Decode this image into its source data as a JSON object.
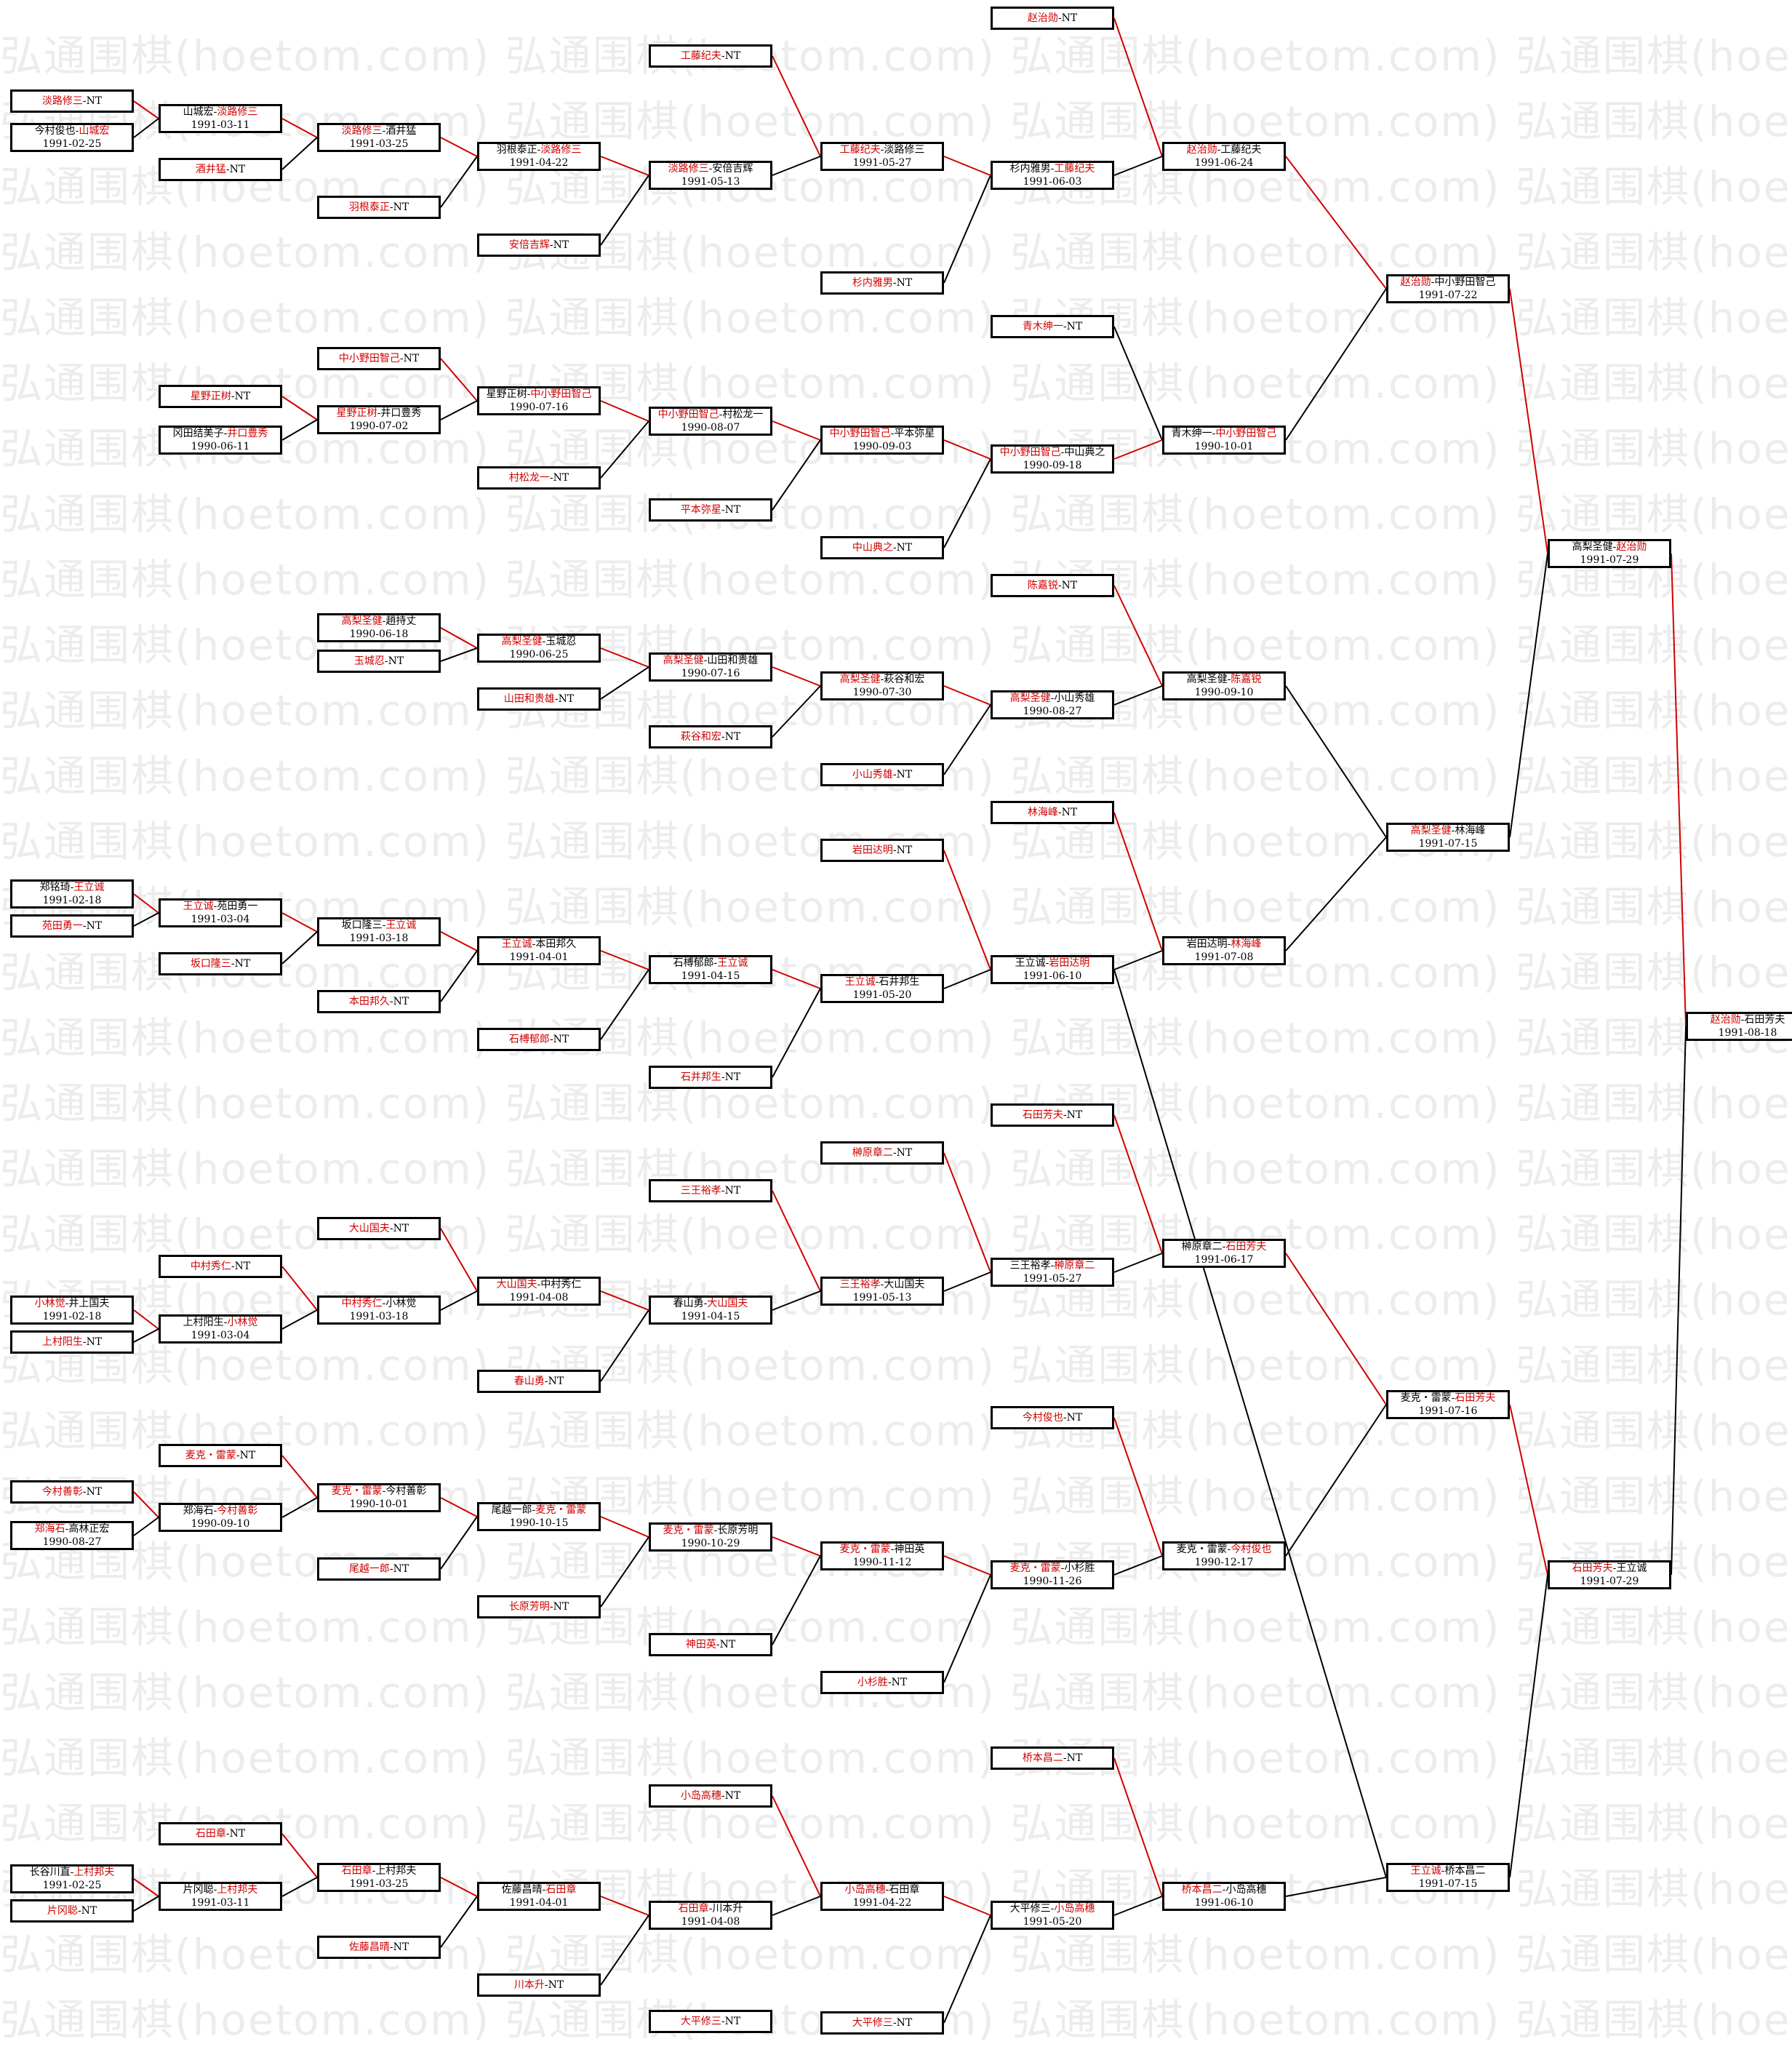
{
  "watermark": "弘通围棋(hoetom.com)",
  "colors": {
    "winner": "#d00000",
    "win_line": "#d00000",
    "other_line": "#000000",
    "box_border": "#000000",
    "watermark": "#ececec"
  },
  "matches": [
    {
      "id": "c0_1",
      "p1": "淡路修三",
      "p2": "NT",
      "winner": 1,
      "date": ""
    },
    {
      "id": "c0_2",
      "p1": "今村俊也",
      "p2": "山城宏",
      "winner": 2,
      "date": "1991-02-25"
    },
    {
      "id": "c0_3",
      "p1": "今村善彰",
      "p2": "NT",
      "winner": 1,
      "date": ""
    },
    {
      "id": "c0_4",
      "p1": "郑海石",
      "p2": "高林正宏",
      "winner": 1,
      "date": "1990-08-27"
    },
    {
      "id": "c0_5",
      "p1": "郑铭琦",
      "p2": "王立诚",
      "winner": 2,
      "date": "1991-02-18"
    },
    {
      "id": "c0_6",
      "p1": "苑田勇一",
      "p2": "NT",
      "winner": 1,
      "date": ""
    },
    {
      "id": "c0_7",
      "p1": "小林觉",
      "p2": "井上国夫",
      "winner": 1,
      "date": "1991-02-18"
    },
    {
      "id": "c0_8",
      "p1": "上村阳生",
      "p2": "NT",
      "winner": 1,
      "date": ""
    },
    {
      "id": "c0_9",
      "p1": "长谷川直",
      "p2": "上村邦夫",
      "winner": 2,
      "date": "1991-02-25"
    },
    {
      "id": "c0_10",
      "p1": "片冈聪",
      "p2": "NT",
      "winner": 1,
      "date": ""
    },
    {
      "id": "c1_1",
      "p1": "山城宏",
      "p2": "淡路修三",
      "winner": 2,
      "date": "1991-03-11"
    },
    {
      "id": "c1_2",
      "p1": "酒井猛",
      "p2": "NT",
      "winner": 1,
      "date": ""
    },
    {
      "id": "c1_3",
      "p1": "星野正树",
      "p2": "NT",
      "winner": 1,
      "date": ""
    },
    {
      "id": "c1_4",
      "p1": "冈田结美子",
      "p2": "井口豊秀",
      "winner": 2,
      "date": "1990-06-11"
    },
    {
      "id": "c1_5",
      "p1": "王立诚",
      "p2": "苑田勇一",
      "winner": 1,
      "date": "1991-03-04"
    },
    {
      "id": "c1_6",
      "p1": "坂口隆三",
      "p2": "NT",
      "winner": 1,
      "date": ""
    },
    {
      "id": "c1_7",
      "p1": "中村秀仁",
      "p2": "NT",
      "winner": 1,
      "date": ""
    },
    {
      "id": "c1_8",
      "p1": "上村阳生",
      "p2": "小林觉",
      "winner": 2,
      "date": "1991-03-04"
    },
    {
      "id": "c1_9",
      "p1": "麦克・雷蒙",
      "p2": "NT",
      "winner": 1,
      "date": ""
    },
    {
      "id": "c1_10",
      "p1": "郑海石",
      "p2": "今村善彰",
      "winner": 2,
      "date": "1990-09-10"
    },
    {
      "id": "c1_11",
      "p1": "石田章",
      "p2": "NT",
      "winner": 1,
      "date": ""
    },
    {
      "id": "c1_12",
      "p1": "片冈聪",
      "p2": "上村邦夫",
      "winner": 2,
      "date": "1991-03-11"
    },
    {
      "id": "c2_1",
      "p1": "淡路修三",
      "p2": "酒井猛",
      "winner": 1,
      "date": "1991-03-25"
    },
    {
      "id": "c2_2",
      "p1": "羽根泰正",
      "p2": "NT",
      "winner": 1,
      "date": ""
    },
    {
      "id": "c2_3",
      "p1": "中小野田智己",
      "p2": "NT",
      "winner": 1,
      "date": ""
    },
    {
      "id": "c2_4",
      "p1": "星野正树",
      "p2": "井口豊秀",
      "winner": 1,
      "date": "1990-07-02"
    },
    {
      "id": "c2_5",
      "p1": "高梨圣健",
      "p2": "趙持丈",
      "winner": 1,
      "date": "1990-06-18"
    },
    {
      "id": "c2_6",
      "p1": "玉城忍",
      "p2": "NT",
      "winner": 1,
      "date": ""
    },
    {
      "id": "c2_7",
      "p1": "坂口隆三",
      "p2": "王立诚",
      "winner": 2,
      "date": "1991-03-18"
    },
    {
      "id": "c2_8",
      "p1": "本田邦久",
      "p2": "NT",
      "winner": 1,
      "date": ""
    },
    {
      "id": "c2_9",
      "p1": "大山国夫",
      "p2": "NT",
      "winner": 1,
      "date": ""
    },
    {
      "id": "c2_10",
      "p1": "中村秀仁",
      "p2": "小林觉",
      "winner": 1,
      "date": "1991-03-18"
    },
    {
      "id": "c2_11",
      "p1": "麦克・雷蒙",
      "p2": "今村善彰",
      "winner": 1,
      "date": "1990-10-01"
    },
    {
      "id": "c2_12",
      "p1": "尾越一郎",
      "p2": "NT",
      "winner": 1,
      "date": ""
    },
    {
      "id": "c2_13",
      "p1": "石田章",
      "p2": "上村邦夫",
      "winner": 1,
      "date": "1991-03-25"
    },
    {
      "id": "c2_14",
      "p1": "佐藤昌晴",
      "p2": "NT",
      "winner": 1,
      "date": ""
    },
    {
      "id": "c3_1",
      "p1": "羽根泰正",
      "p2": "淡路修三",
      "winner": 2,
      "date": "1991-04-22"
    },
    {
      "id": "c3_2",
      "p1": "安倍吉辉",
      "p2": "NT",
      "winner": 1,
      "date": ""
    },
    {
      "id": "c3_3",
      "p1": "星野正树",
      "p2": "中小野田智己",
      "winner": 2,
      "date": "1990-07-16"
    },
    {
      "id": "c3_4",
      "p1": "村松龙一",
      "p2": "NT",
      "winner": 1,
      "date": ""
    },
    {
      "id": "c3_5",
      "p1": "高梨圣健",
      "p2": "玉城忍",
      "winner": 1,
      "date": "1990-06-25"
    },
    {
      "id": "c3_6",
      "p1": "山田和贵雄",
      "p2": "NT",
      "winner": 1,
      "date": ""
    },
    {
      "id": "c3_7",
      "p1": "王立诚",
      "p2": "本田邦久",
      "winner": 1,
      "date": "1991-04-01"
    },
    {
      "id": "c3_8",
      "p1": "石榑郁郎",
      "p2": "NT",
      "winner": 1,
      "date": ""
    },
    {
      "id": "c3_9",
      "p1": "大山国夫",
      "p2": "中村秀仁",
      "winner": 1,
      "date": "1991-04-08"
    },
    {
      "id": "c3_10",
      "p1": "春山勇",
      "p2": "NT",
      "winner": 1,
      "date": ""
    },
    {
      "id": "c3_11",
      "p1": "尾越一郎",
      "p2": "麦克・雷蒙",
      "winner": 2,
      "date": "1990-10-15"
    },
    {
      "id": "c3_12",
      "p1": "长原芳明",
      "p2": "NT",
      "winner": 1,
      "date": ""
    },
    {
      "id": "c3_13",
      "p1": "佐藤昌晴",
      "p2": "石田章",
      "winner": 2,
      "date": "1991-04-01"
    },
    {
      "id": "c3_14",
      "p1": "川本升",
      "p2": "NT",
      "winner": 1,
      "date": ""
    },
    {
      "id": "c4_1",
      "p1": "工藤纪夫",
      "p2": "NT",
      "winner": 1,
      "date": ""
    },
    {
      "id": "c4_2",
      "p1": "淡路修三",
      "p2": "安倍吉辉",
      "winner": 1,
      "date": "1991-05-13"
    },
    {
      "id": "c4_3",
      "p1": "中小野田智己",
      "p2": "村松龙一",
      "winner": 1,
      "date": "1990-08-07"
    },
    {
      "id": "c4_4",
      "p1": "平本弥星",
      "p2": "NT",
      "winner": 1,
      "date": ""
    },
    {
      "id": "c4_5",
      "p1": "高梨圣健",
      "p2": "山田和贵雄",
      "winner": 1,
      "date": "1990-07-16"
    },
    {
      "id": "c4_6",
      "p1": "萩谷和宏",
      "p2": "NT",
      "winner": 1,
      "date": ""
    },
    {
      "id": "c4_7",
      "p1": "石榑郁郎",
      "p2": "王立诚",
      "winner": 2,
      "date": "1991-04-15"
    },
    {
      "id": "c4_8",
      "p1": "石井邦生",
      "p2": "NT",
      "winner": 1,
      "date": ""
    },
    {
      "id": "c4_9",
      "p1": "三王裕孝",
      "p2": "NT",
      "winner": 1,
      "date": ""
    },
    {
      "id": "c4_10",
      "p1": "春山勇",
      "p2": "大山国夫",
      "winner": 2,
      "date": "1991-04-15"
    },
    {
      "id": "c4_11",
      "p1": "麦克・雷蒙",
      "p2": "长原芳明",
      "winner": 1,
      "date": "1990-10-29"
    },
    {
      "id": "c4_12",
      "p1": "神田英",
      "p2": "NT",
      "winner": 1,
      "date": ""
    },
    {
      "id": "c4_13",
      "p1": "小岛高穗",
      "p2": "NT",
      "winner": 1,
      "date": ""
    },
    {
      "id": "c4_14",
      "p1": "石田章",
      "p2": "川本升",
      "winner": 1,
      "date": "1991-04-08"
    },
    {
      "id": "c4_15",
      "p1": "大平修三",
      "p2": "NT",
      "winner": 1,
      "date": ""
    },
    {
      "id": "c5_1",
      "p1": "工藤纪夫",
      "p2": "淡路修三",
      "winner": 1,
      "date": "1991-05-27"
    },
    {
      "id": "c5_2",
      "p1": "杉内雅男",
      "p2": "NT",
      "winner": 1,
      "date": ""
    },
    {
      "id": "c5_3",
      "p1": "中小野田智己",
      "p2": "平本弥星",
      "winner": 1,
      "date": "1990-09-03"
    },
    {
      "id": "c5_4",
      "p1": "中山典之",
      "p2": "NT",
      "winner": 1,
      "date": ""
    },
    {
      "id": "c5_5",
      "p1": "高梨圣健",
      "p2": "萩谷和宏",
      "winner": 1,
      "date": "1990-07-30"
    },
    {
      "id": "c5_6",
      "p1": "小山秀雄",
      "p2": "NT",
      "winner": 1,
      "date": ""
    },
    {
      "id": "c5_7",
      "p1": "岩田达明",
      "p2": "NT",
      "winner": 1,
      "date": ""
    },
    {
      "id": "c5_8",
      "p1": "王立诚",
      "p2": "石井邦生",
      "winner": 1,
      "date": "1991-05-20"
    },
    {
      "id": "c5_9",
      "p1": "榊原章二",
      "p2": "NT",
      "winner": 1,
      "date": ""
    },
    {
      "id": "c5_10",
      "p1": "三王裕孝",
      "p2": "大山国夫",
      "winner": 1,
      "date": "1991-05-13"
    },
    {
      "id": "c5_11",
      "p1": "麦克・雷蒙",
      "p2": "神田英",
      "winner": 1,
      "date": "1990-11-12"
    },
    {
      "id": "c5_12",
      "p1": "小杉胜",
      "p2": "NT",
      "winner": 1,
      "date": ""
    },
    {
      "id": "c5_13",
      "p1": "小岛高穗",
      "p2": "石田章",
      "winner": 1,
      "date": "1991-04-22"
    },
    {
      "id": "c5_14",
      "p1": "大平修三",
      "p2": "NT",
      "winner": 1,
      "date": ""
    },
    {
      "id": "c6_1",
      "p1": "赵治勋",
      "p2": "NT",
      "winner": 1,
      "date": ""
    },
    {
      "id": "c6_2",
      "p1": "杉内雅男",
      "p2": "工藤纪夫",
      "winner": 2,
      "date": "1991-06-03"
    },
    {
      "id": "c6_3",
      "p1": "青木绅一",
      "p2": "NT",
      "winner": 1,
      "date": ""
    },
    {
      "id": "c6_4",
      "p1": "中小野田智己",
      "p2": "中山典之",
      "winner": 1,
      "date": "1990-09-18"
    },
    {
      "id": "c6_5",
      "p1": "陈嘉锐",
      "p2": "NT",
      "winner": 1,
      "date": ""
    },
    {
      "id": "c6_6",
      "p1": "高梨圣健",
      "p2": "小山秀雄",
      "winner": 1,
      "date": "1990-08-27"
    },
    {
      "id": "c6_7",
      "p1": "林海峰",
      "p2": "NT",
      "winner": 1,
      "date": ""
    },
    {
      "id": "c6_8",
      "p1": "王立诚",
      "p2": "岩田达明",
      "winner": 2,
      "date": "1991-06-10"
    },
    {
      "id": "c6_9",
      "p1": "石田芳夫",
      "p2": "NT",
      "winner": 1,
      "date": ""
    },
    {
      "id": "c6_10",
      "p1": "三王裕孝",
      "p2": "榊原章二",
      "winner": 2,
      "date": "1991-05-27"
    },
    {
      "id": "c6_11",
      "p1": "今村俊也",
      "p2": "NT",
      "winner": 1,
      "date": ""
    },
    {
      "id": "c6_12",
      "p1": "麦克・雷蒙",
      "p2": "小杉胜",
      "winner": 1,
      "date": "1990-11-26"
    },
    {
      "id": "c6_13",
      "p1": "桥本昌二",
      "p2": "NT",
      "winner": 1,
      "date": ""
    },
    {
      "id": "c6_14",
      "p1": "大平修三",
      "p2": "小岛高穗",
      "winner": 2,
      "date": "1991-05-20"
    },
    {
      "id": "c7_1",
      "p1": "赵治勋",
      "p2": "工藤纪夫",
      "winner": 1,
      "date": "1991-06-24"
    },
    {
      "id": "c7_2",
      "p1": "青木绅一",
      "p2": "中小野田智己",
      "winner": 2,
      "date": "1990-10-01"
    },
    {
      "id": "c7_3",
      "p1": "高梨圣健",
      "p2": "陈嘉锐",
      "winner": 2,
      "date": "1990-09-10"
    },
    {
      "id": "c7_4",
      "p1": "岩田达明",
      "p2": "林海峰",
      "winner": 2,
      "date": "1991-07-08"
    },
    {
      "id": "c7_5",
      "p1": "榊原章二",
      "p2": "石田芳夫",
      "winner": 2,
      "date": "1991-06-17"
    },
    {
      "id": "c7_6",
      "p1": "麦克・雷蒙",
      "p2": "今村俊也",
      "winner": 2,
      "date": "1990-12-17"
    },
    {
      "id": "c7_7",
      "p1": "桥本昌二",
      "p2": "小岛高穗",
      "winner": 1,
      "date": "1991-06-10"
    },
    {
      "id": "c8_1",
      "p1": "赵治勋",
      "p2": "中小野田智己",
      "winner": 1,
      "date": "1991-07-22"
    },
    {
      "id": "c8_2",
      "p1": "高梨圣健",
      "p2": "林海峰",
      "winner": 1,
      "date": "1991-07-15"
    },
    {
      "id": "c8_3",
      "p1": "麦克・雷蒙",
      "p2": "石田芳夫",
      "winner": 2,
      "date": "1991-07-16"
    },
    {
      "id": "c8_4",
      "p1": "王立诚",
      "p2": "桥本昌二",
      "winner": 1,
      "date": "1991-07-15"
    },
    {
      "id": "c9_1",
      "p1": "高梨圣健",
      "p2": "赵治勋",
      "winner": 2,
      "date": "1991-07-29"
    },
    {
      "id": "c9_2",
      "p1": "石田芳夫",
      "p2": "王立诚",
      "winner": 1,
      "date": "1991-07-29"
    },
    {
      "id": "c10_1",
      "p1": "赵治勋",
      "p2": "石田芳夫",
      "winner": 1,
      "date": "1991-08-18"
    }
  ]
}
